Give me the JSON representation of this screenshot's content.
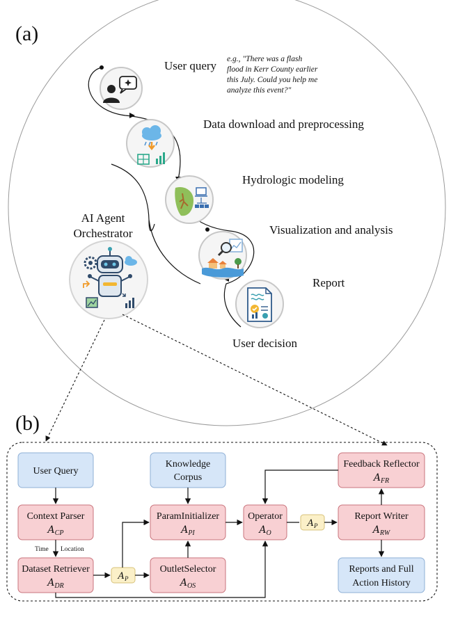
{
  "panel_a": {
    "label": "(a)",
    "steps": {
      "user_query": "User query",
      "data_download": "Data download and preprocessing",
      "hydrologic": "Hydrologic modeling",
      "visualization": "Visualization and analysis",
      "report": "Report",
      "user_decision": "User decision"
    },
    "example_query": [
      "e.g.,   \"There was a flash",
      "flood in Kerr County earlier",
      "this July. Could you help me",
      "analyze this event?\""
    ],
    "orchestrator": [
      "AI Agent",
      "Orchestrator"
    ]
  },
  "panel_b": {
    "label": "(b)",
    "user_query": "User Query",
    "knowledge": [
      "Knowledge",
      "Corpus"
    ],
    "feedback": {
      "name": "Feedback Reflector",
      "sym": "A",
      "sub": "FR"
    },
    "context": {
      "name": "Context Parser",
      "sym": "A",
      "sub": "CP"
    },
    "param": {
      "name": "ParamInitializer",
      "sym": "A",
      "sub": "PI"
    },
    "operator": {
      "name": "Operator",
      "sym": "A",
      "sub": "O"
    },
    "report_writer": {
      "name": "Report Writer",
      "sym": "A",
      "sub": "RW"
    },
    "dataset": {
      "name": "Dataset Retriever",
      "sym": "A",
      "sub": "DR"
    },
    "outlet": {
      "name": "OutletSelector",
      "sym": "A",
      "sub": "OS"
    },
    "reports": [
      "Reports and Full",
      "Action History"
    ],
    "planner": {
      "sym": "A",
      "sub": "P"
    },
    "time_label": "Time",
    "location_label": "Location"
  }
}
